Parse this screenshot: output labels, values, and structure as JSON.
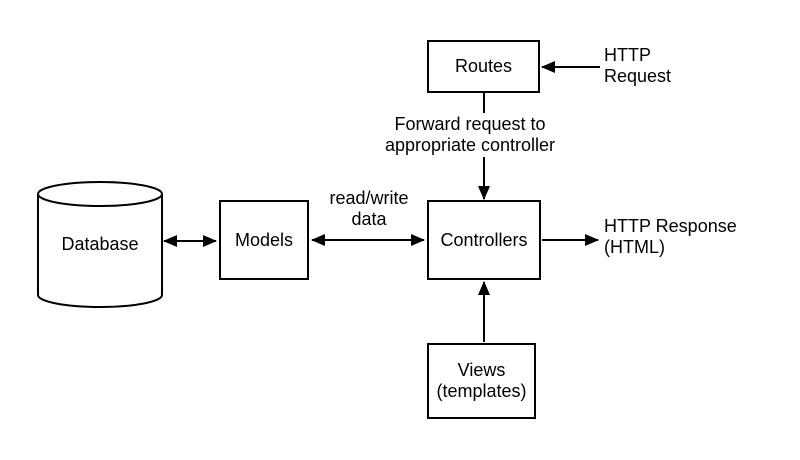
{
  "diagram": {
    "type": "flow-diagram",
    "colors": {
      "line": "#000000",
      "background": "#ffffff"
    },
    "nodes": {
      "routes": "Routes",
      "models": "Models",
      "controllers": "Controllers",
      "views": "Views\n(templates)",
      "database": "Database"
    },
    "labels": {
      "http_request": "HTTP\nRequest",
      "forward_request": "Forward request to\nappropriate controller",
      "read_write_data": "read/write\ndata",
      "http_response": "HTTP Response\n(HTML)"
    },
    "edges": [
      {
        "from": "http-request-label",
        "to": "routes",
        "direction": "single"
      },
      {
        "from": "routes",
        "to": "controllers",
        "direction": "single",
        "label": "Forward request to appropriate controller"
      },
      {
        "from": "database",
        "to": "models",
        "direction": "double"
      },
      {
        "from": "models",
        "to": "controllers",
        "direction": "double",
        "label": "read/write data"
      },
      {
        "from": "views",
        "to": "controllers",
        "direction": "single"
      },
      {
        "from": "controllers",
        "to": "http-response-label",
        "direction": "single"
      }
    ]
  }
}
